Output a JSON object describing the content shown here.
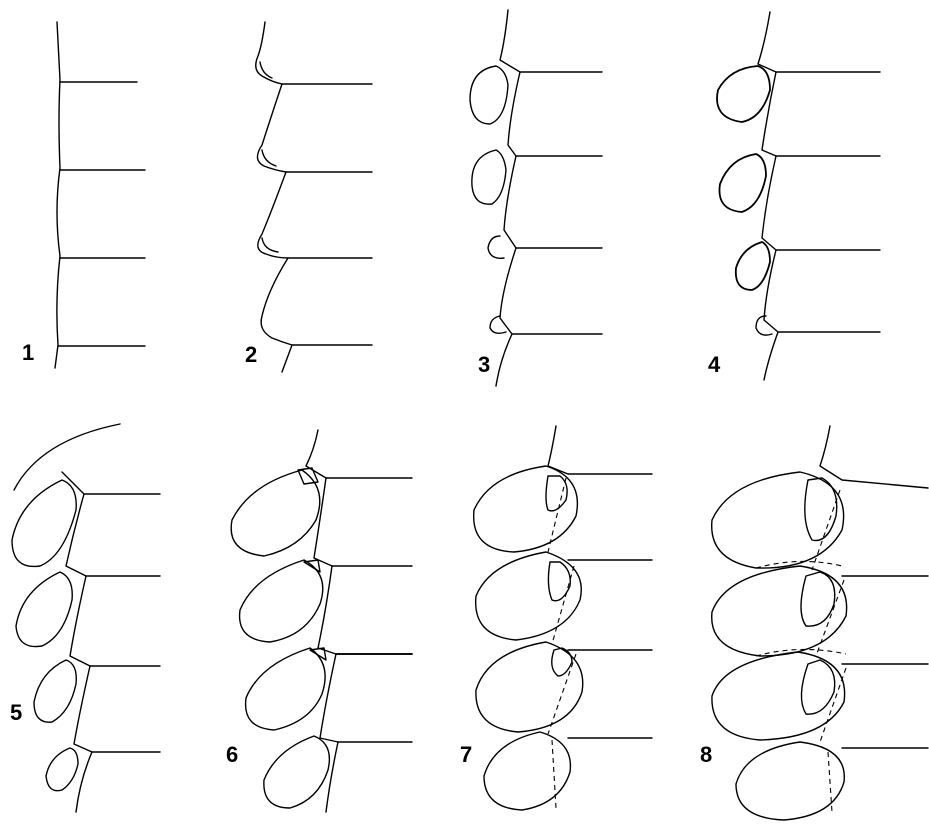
{
  "figure": {
    "stages": [
      {
        "label": "1"
      },
      {
        "label": "2"
      },
      {
        "label": "3"
      },
      {
        "label": "4"
      },
      {
        "label": "5"
      },
      {
        "label": "6"
      },
      {
        "label": "7"
      },
      {
        "label": "8"
      }
    ]
  }
}
